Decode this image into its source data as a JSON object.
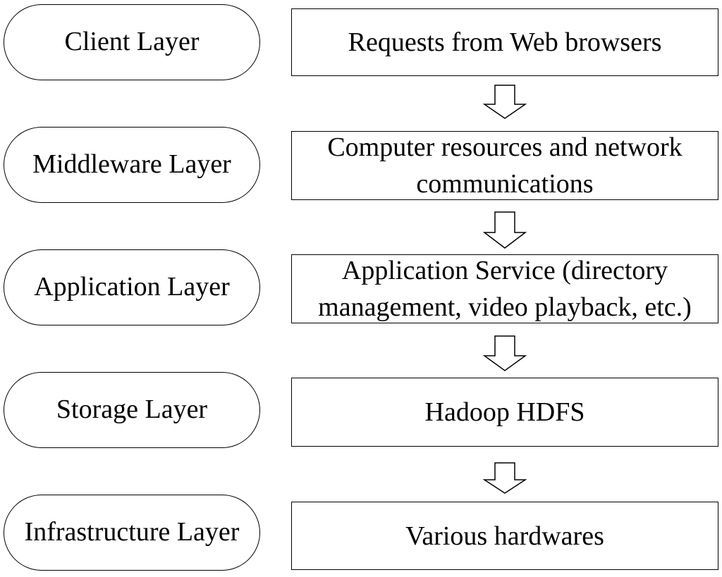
{
  "layers": [
    {
      "layer": "Client Layer",
      "description": "Requests from Web browsers"
    },
    {
      "layer": "Middleware Layer",
      "description": "Computer resources and network\ncommunications"
    },
    {
      "layer": "Application Layer",
      "description": "Application Service (directory\nmanagement, video playback, etc.)"
    },
    {
      "layer": "Storage Layer",
      "description": "Hadoop HDFS"
    },
    {
      "layer": "Infrastructure Layer",
      "description": "Various hardwares"
    }
  ],
  "icons": {
    "flow_arrow": "down-arrow-icon"
  },
  "colors": {
    "stroke": "#000000",
    "fill": "#ffffff",
    "text": "#000000"
  }
}
